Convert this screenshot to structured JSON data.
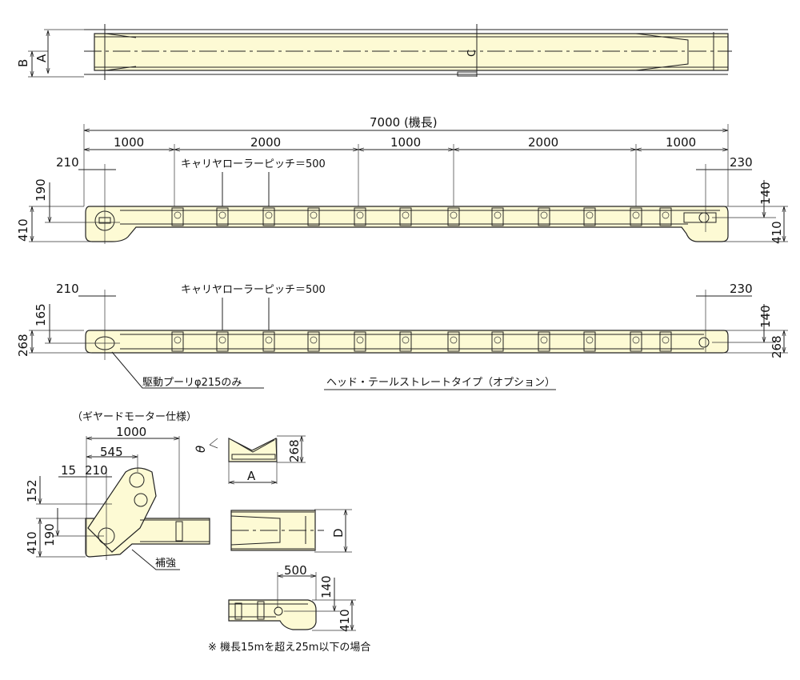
{
  "colors": {
    "body_fill": "#fdfad4",
    "line": "#222222"
  },
  "top_view": {
    "dim_b": "B",
    "dim_a": "A",
    "center_mark": "C"
  },
  "side_view_1": {
    "total_length": "7000 (機長)",
    "segments": [
      "1000",
      "2000",
      "1000",
      "2000",
      "1000"
    ],
    "left_offset": "210",
    "right_offset": "230",
    "carrier_pitch": "キャリヤローラーピッチ＝500",
    "left_height_upper": "190",
    "left_height": "410",
    "right_height_upper": "140",
    "right_height": "410"
  },
  "side_view_2": {
    "left_offset": "210",
    "right_offset": "230",
    "carrier_pitch": "キャリヤローラーピッチ＝500",
    "left_height_upper": "165",
    "left_height": "268",
    "right_height_upper": "140",
    "right_height": "268",
    "drive_pulley_note": "駆動プーリφ215のみ",
    "straight_type_note": "ヘッド・テールストレートタイプ（オプション）"
  },
  "geared_motor_detail": {
    "title": "（ギヤードモーター仕様）",
    "dim_width": "1000",
    "dim_545": "545",
    "dim_15": "15",
    "dim_210": "210",
    "dim_152": "152",
    "dim_190": "190",
    "dim_410": "410",
    "reinforcement": "補強"
  },
  "cross_section": {
    "angle": "θ",
    "height": "268",
    "width": "A"
  },
  "head_top_view": {
    "dim_d": "D"
  },
  "long_tail_detail": {
    "dim_500": "500",
    "dim_140": "140",
    "dim_410": "410"
  },
  "note": "※ 機長15mを超え25m以下の場合"
}
